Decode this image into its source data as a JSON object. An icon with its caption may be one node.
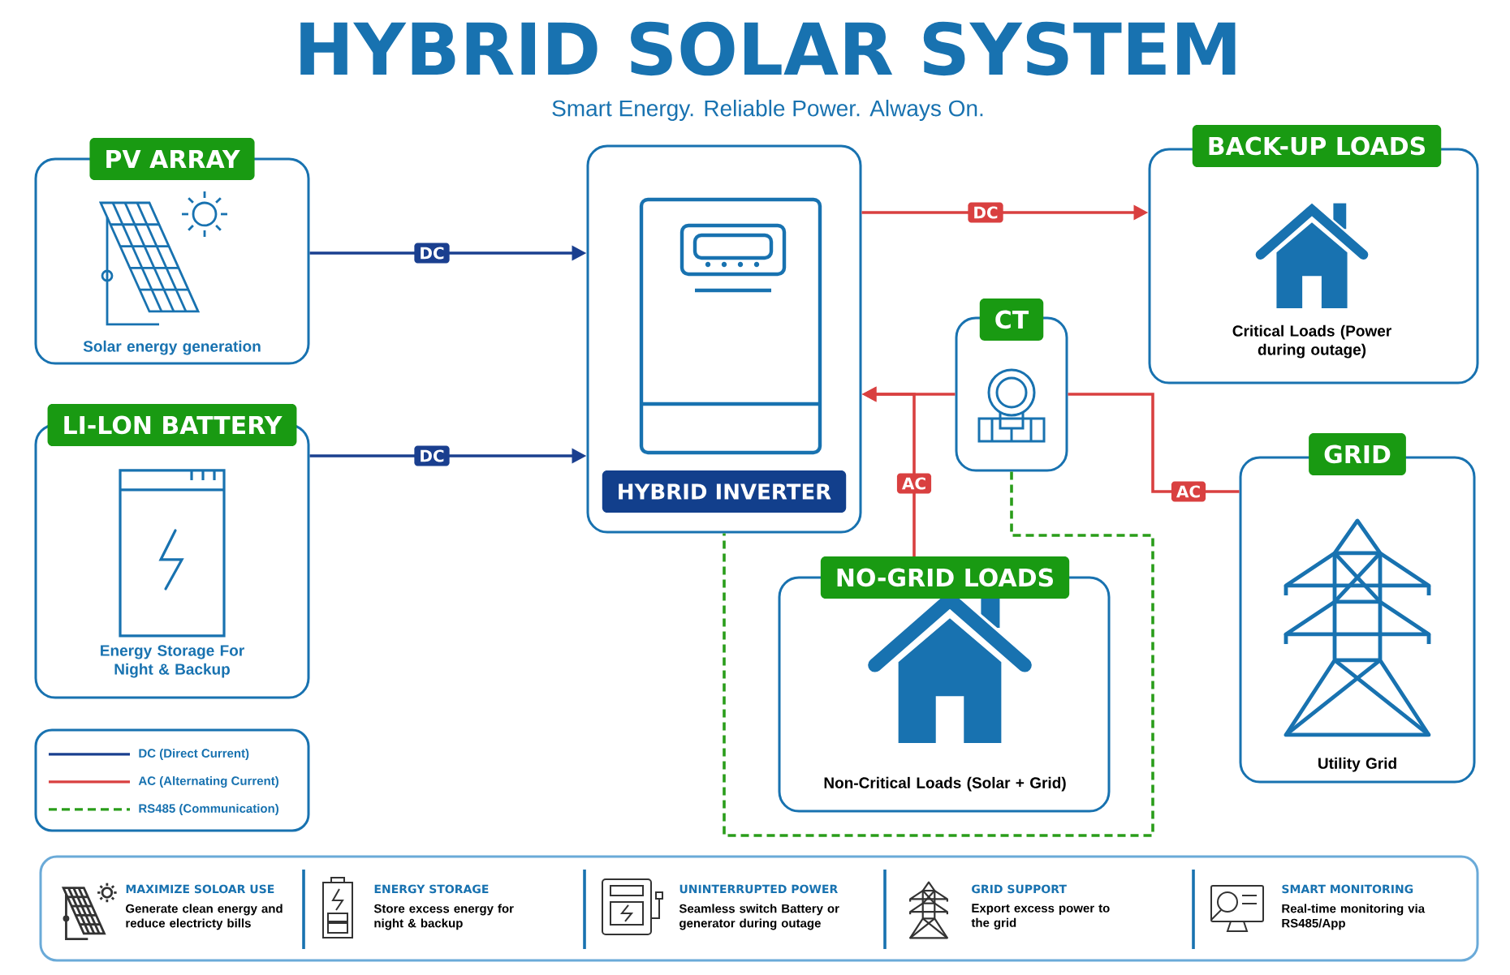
{
  "diagram": {
    "title": "HYBRID SOLAR SYSTEM",
    "nodes": [
      {
        "text": [
          "PV ARRAY",
          "Solar energy generation"
        ]
      },
      {
        "text": [
          "LI-LON BATTERY",
          "Energy Storage For Night & Backup"
        ]
      },
      {
        "text": [
          "HYBRID INVERTER"
        ]
      },
      {
        "text": [
          "BACK-UP LOADS",
          "Critical Loads (Power during outage)"
        ]
      },
      {
        "text": [
          "CT"
        ]
      },
      {
        "text": [
          "GRID",
          "Utility Grid"
        ]
      },
      {
        "text": [
          "NO-GRID LOADS",
          "Non-Critical Loads (Solar + Grid)"
        ]
      }
    ],
    "edges": [
      {
        "from": 0,
        "to": 2,
        "arrow": "to",
        "label": "DC",
        "color": "#1a3f8f"
      },
      {
        "from": 1,
        "to": 2,
        "arrow": "to",
        "label": "DC",
        "color": "#1a3f8f"
      },
      {
        "from": 2,
        "to": 3,
        "arrow": "to",
        "label": "DC"
      },
      {
        "from": 4,
        "to": 2,
        "arrow": "to"
      },
      {
        "from": 6,
        "to": 2,
        "arrow": "to",
        "label": "AC"
      },
      {
        "from": 5,
        "to": 4,
        "arrow": "none",
        "label": "AC"
      },
      {
        "from": 4,
        "to": 2,
        "arrow": "none",
        "style": "dashed",
        "color": "#2a9d1a"
      }
    ],
    "labels": [
      "Smart Energy. Reliable Power. Always On.",
      "MAXIMIZE SOLOAR USE",
      "Generate clean energy and reduce electricty bills",
      "ENERGY STORAGE",
      "Store excess energy for night & backup",
      "UNINTERRUPTED POWER",
      "Seamless switch Battery or generator during outage",
      "GRID SUPPORT",
      "Export excess power to the grid",
      "SMART MONITORING",
      "Real-time monitoring via RS485/App"
    ],
    "legend": [
      {
        "text": "DC (Direct Current)"
      },
      {
        "text": "AC (Alternating Current)"
      },
      {
        "text": "RS485 (Communication)"
      }
    ]
  }
}
